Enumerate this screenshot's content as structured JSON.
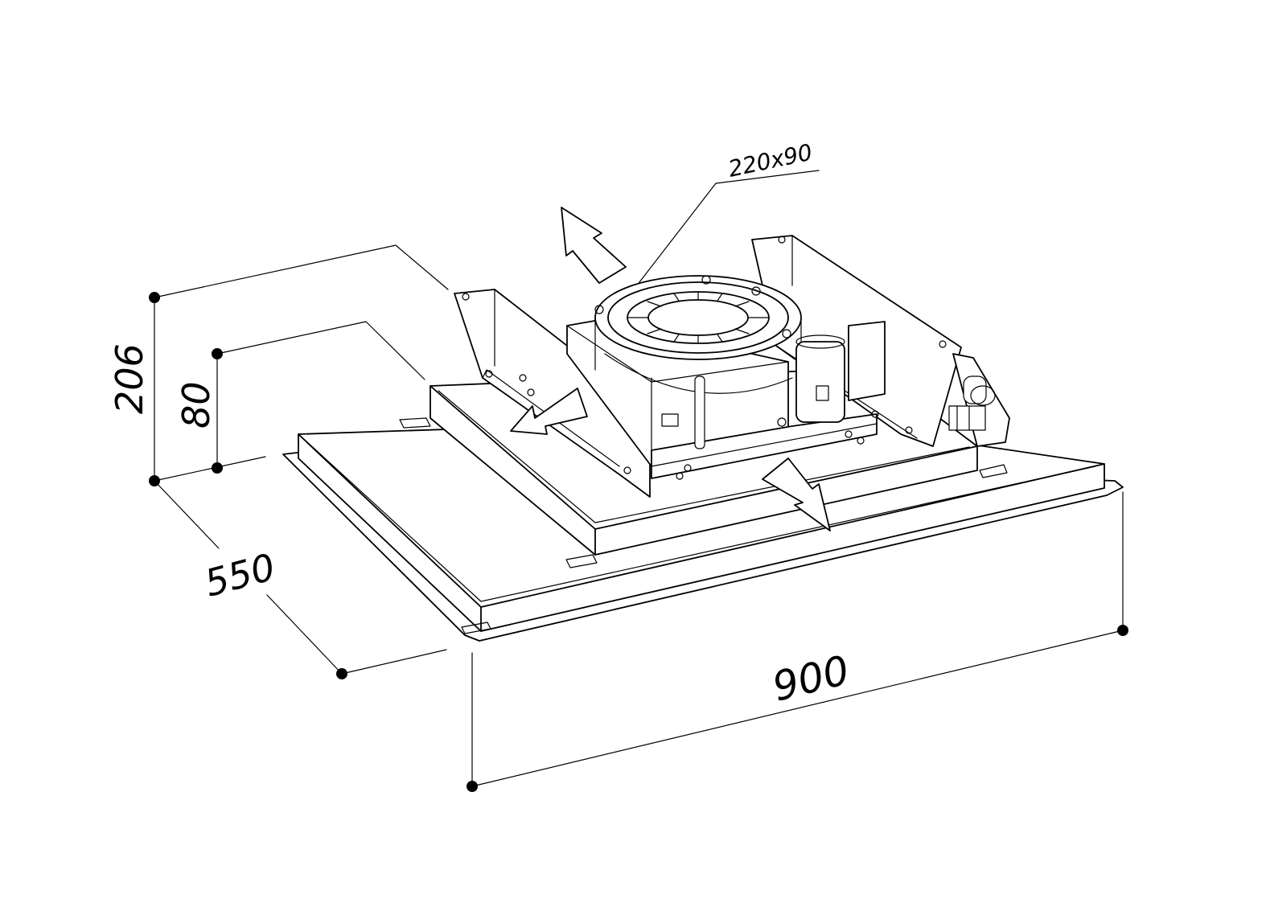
{
  "dimensions": {
    "height_total": "206",
    "height_body": "80",
    "depth": "550",
    "width": "900",
    "duct": "220x90"
  },
  "colors": {
    "line": "#000000",
    "background": "#ffffff"
  }
}
